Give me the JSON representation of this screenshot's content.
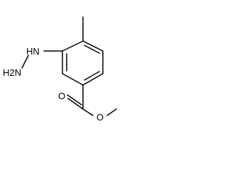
{
  "molecule": {
    "atoms": {
      "hydrazine_nh": "HN",
      "hydrazine_h2n": "H2N",
      "carbonyl_o": "O",
      "ester_o": "O"
    }
  }
}
